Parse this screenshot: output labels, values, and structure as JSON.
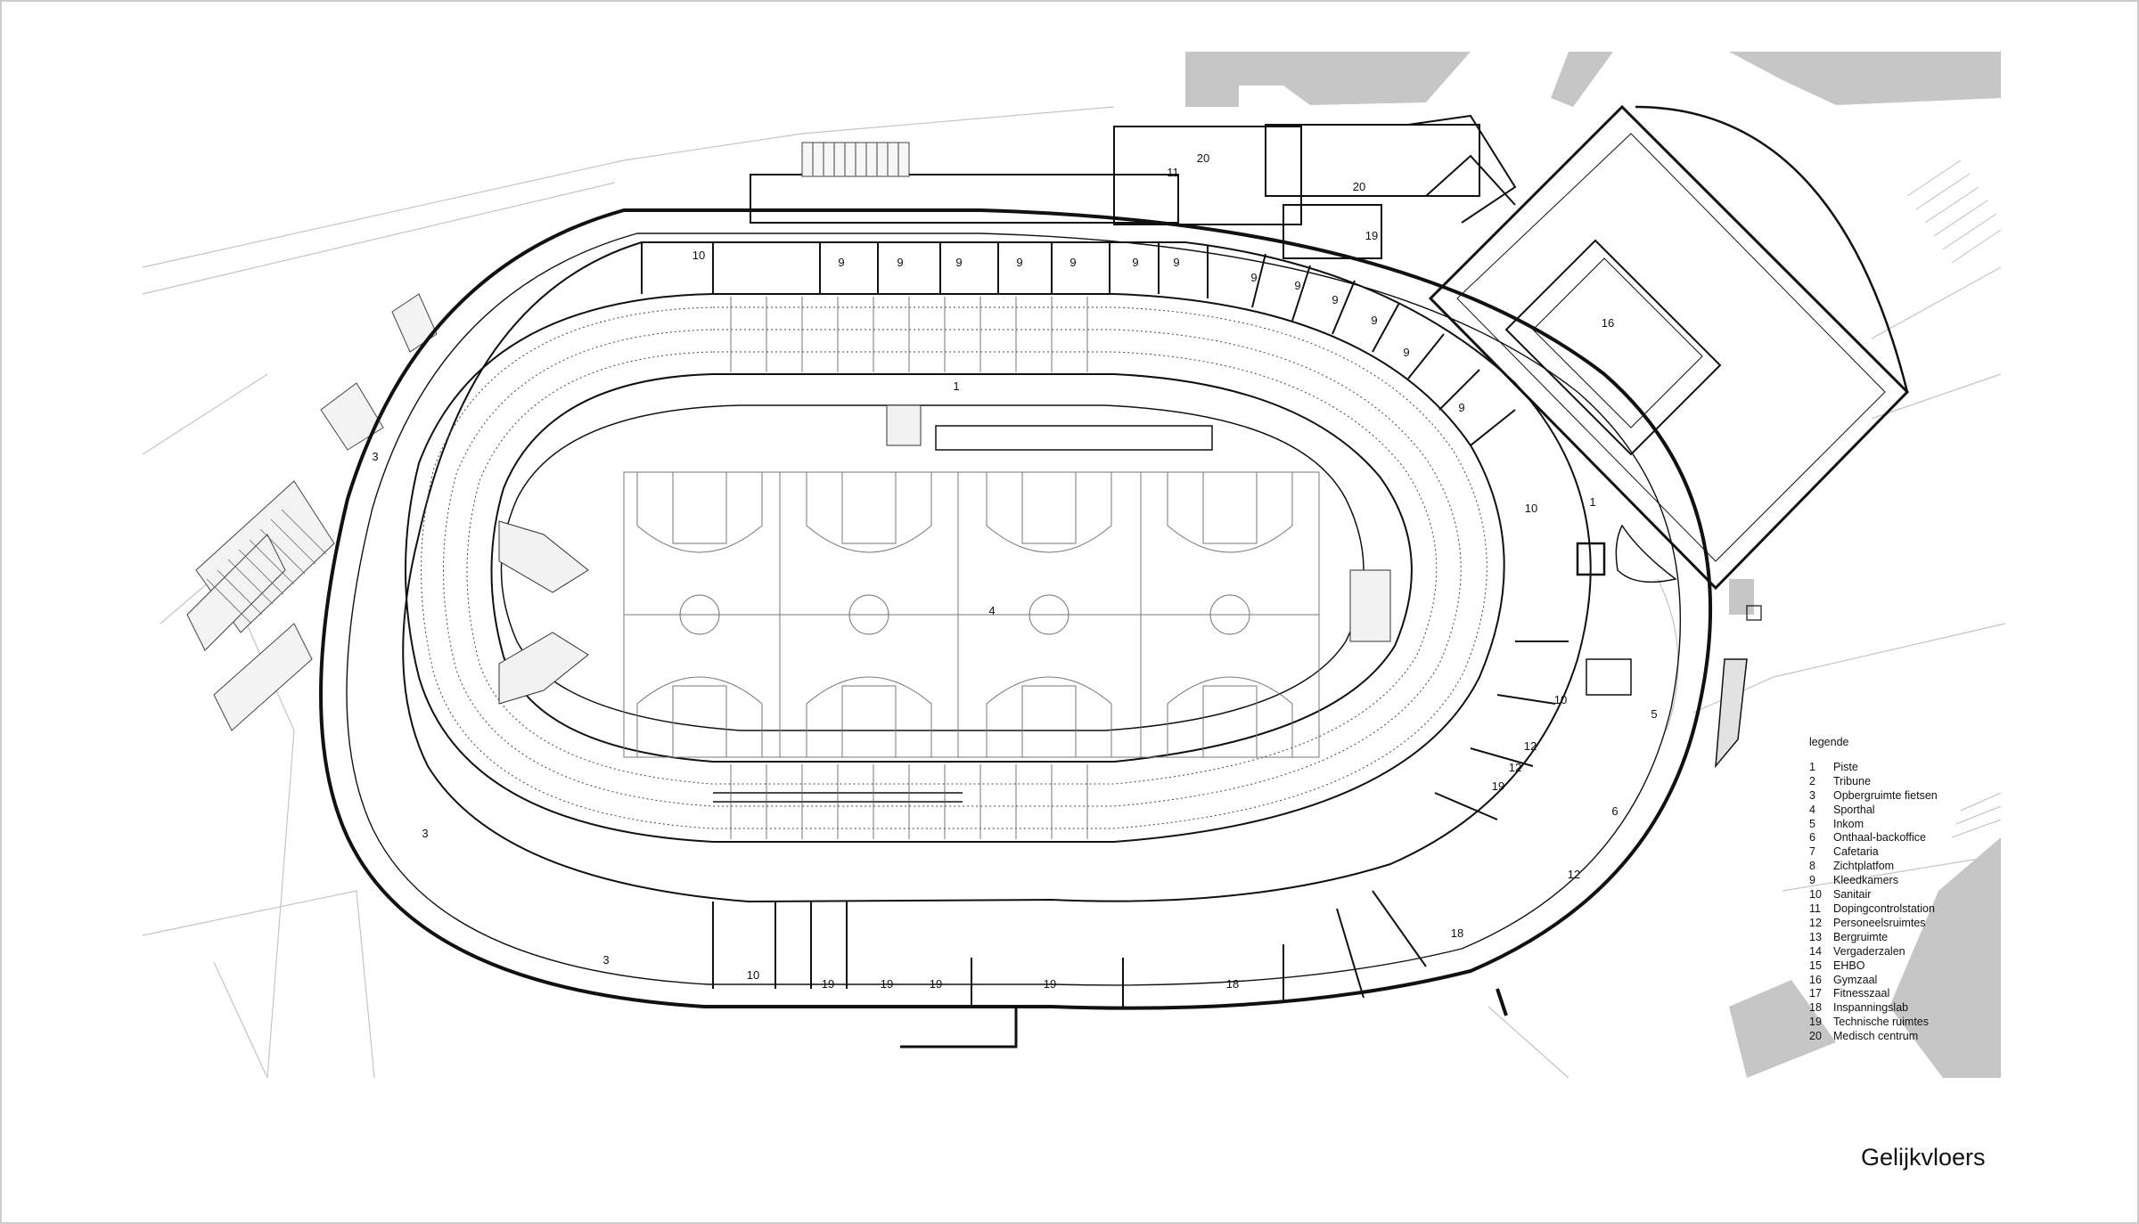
{
  "room_labels": [
    {
      "id": "piste",
      "text": "1"
    },
    {
      "id": "sporthal",
      "text": "4"
    },
    {
      "id": "inkom",
      "text": "5"
    },
    {
      "id": "onthaal",
      "text": "6"
    },
    {
      "id": "opberg-a",
      "text": "3"
    },
    {
      "id": "opberg-b",
      "text": "3"
    },
    {
      "id": "opberg-c",
      "text": "3"
    },
    {
      "id": "kleed-1",
      "text": "9"
    },
    {
      "id": "kleed-2",
      "text": "9"
    },
    {
      "id": "kleed-3",
      "text": "9"
    },
    {
      "id": "kleed-4",
      "text": "9"
    },
    {
      "id": "kleed-5",
      "text": "9"
    },
    {
      "id": "kleed-6",
      "text": "9"
    },
    {
      "id": "kleed-7",
      "text": "9"
    },
    {
      "id": "kleed-8",
      "text": "9"
    },
    {
      "id": "kleed-9",
      "text": "9"
    },
    {
      "id": "kleed-10",
      "text": "9"
    },
    {
      "id": "kleed-11",
      "text": "9"
    },
    {
      "id": "kleed-12",
      "text": "9"
    },
    {
      "id": "kleed-13",
      "text": "9"
    },
    {
      "id": "sanitair-nw",
      "text": "10"
    },
    {
      "id": "sanitair-e1",
      "text": "10"
    },
    {
      "id": "sanitair-e2",
      "text": "10"
    },
    {
      "id": "sanitair-s",
      "text": "10"
    },
    {
      "id": "doping",
      "text": "11"
    },
    {
      "id": "personeel-1",
      "text": "12"
    },
    {
      "id": "personeel-2",
      "text": "12"
    },
    {
      "id": "personeel-3",
      "text": "12"
    },
    {
      "id": "gymzaal",
      "text": "16"
    },
    {
      "id": "inspanning-1",
      "text": "18"
    },
    {
      "id": "inspanning-2",
      "text": "18"
    },
    {
      "id": "technisch-n",
      "text": "19"
    },
    {
      "id": "technisch-e",
      "text": "19"
    },
    {
      "id": "technisch-s1",
      "text": "19"
    },
    {
      "id": "technisch-s2",
      "text": "19"
    },
    {
      "id": "technisch-s3",
      "text": "19"
    },
    {
      "id": "technisch-s4",
      "text": "19"
    },
    {
      "id": "medisch-1",
      "text": "20"
    },
    {
      "id": "medisch-2",
      "text": "20"
    },
    {
      "id": "entrance-mark",
      "text": "1"
    }
  ],
  "legend": {
    "heading": "legende",
    "items": [
      {
        "num": "1",
        "label": "Piste"
      },
      {
        "num": "2",
        "label": "Tribune"
      },
      {
        "num": "3",
        "label": "Opbergruimte fietsen"
      },
      {
        "num": "4",
        "label": "Sporthal"
      },
      {
        "num": "5",
        "label": "Inkom"
      },
      {
        "num": "6",
        "label": "Onthaal-backoffice"
      },
      {
        "num": "7",
        "label": "Cafetaria"
      },
      {
        "num": "8",
        "label": "Zichtplatfom"
      },
      {
        "num": "9",
        "label": "Kleedkamers"
      },
      {
        "num": "10",
        "label": "Sanitair"
      },
      {
        "num": "11",
        "label": "Dopingcontrolstation"
      },
      {
        "num": "12",
        "label": "Personeelsruimtes"
      },
      {
        "num": "13",
        "label": "Bergruimte"
      },
      {
        "num": "14",
        "label": "Vergaderzalen"
      },
      {
        "num": "15",
        "label": "EHBO"
      },
      {
        "num": "16",
        "label": "Gymzaal"
      },
      {
        "num": "17",
        "label": "Fitnesszaal"
      },
      {
        "num": "18",
        "label": "Inspanningslab"
      },
      {
        "num": "19",
        "label": "Technische ruimtes"
      },
      {
        "num": "20",
        "label": "Medisch centrum"
      }
    ]
  },
  "drawing_title": "Gelijkvloers",
  "colors": {
    "line": "#111111",
    "thin": "#555555",
    "context": "#bdbdbd",
    "paving": "#c6c6c6"
  }
}
